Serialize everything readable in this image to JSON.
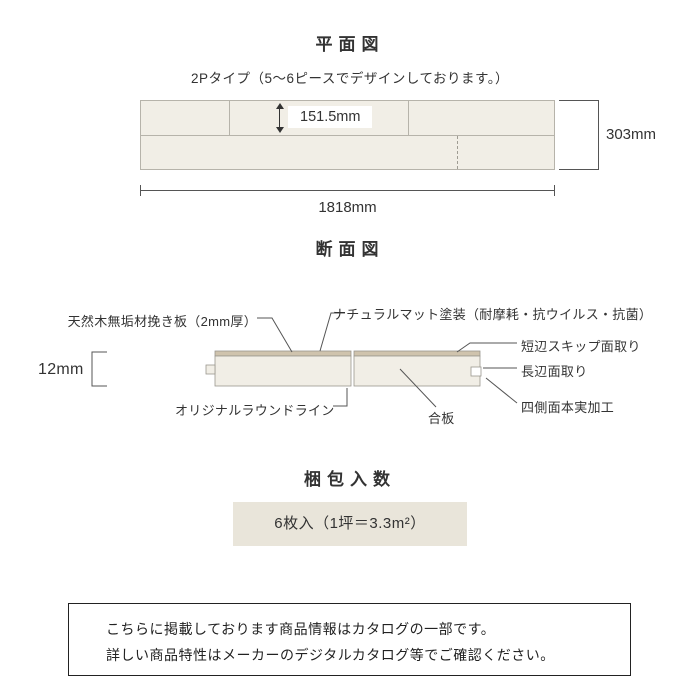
{
  "colors": {
    "plank_fill": "#f1eee6",
    "plank_border": "#9a978e",
    "veneer_fill": "#cfc3ad",
    "package_box_bg": "#e9e5da",
    "leader_line": "#555555"
  },
  "plan": {
    "title": "平面図",
    "subtitle": "2Pタイプ（5～6ピースでデザインしております。）",
    "piece_width_label": "151.5mm",
    "height_label": "303mm",
    "length_label": "1818mm"
  },
  "section": {
    "title": "断面図",
    "label_veneer": "天然木無垢材挽き板（2mm厚）",
    "label_coating": "ナチュラルマット塗装（耐摩耗・抗ウイルス・抗菌）",
    "label_short_chamfer": "短辺スキップ面取り",
    "label_long_chamfer": "長辺面取り",
    "label_tongue_groove": "四側面本実加工",
    "label_thickness": "12mm",
    "label_roundline": "オリジナルラウンドライン",
    "label_plywood": "合板"
  },
  "packaging": {
    "title": "梱包入数",
    "content": "6枚入（1坪＝3.3m²）"
  },
  "notice": {
    "line1": "こちらに掲載しております商品情報はカタログの一部です。",
    "line2": "詳しい商品特性はメーカーのデジタルカタログ等でご確認ください。"
  }
}
